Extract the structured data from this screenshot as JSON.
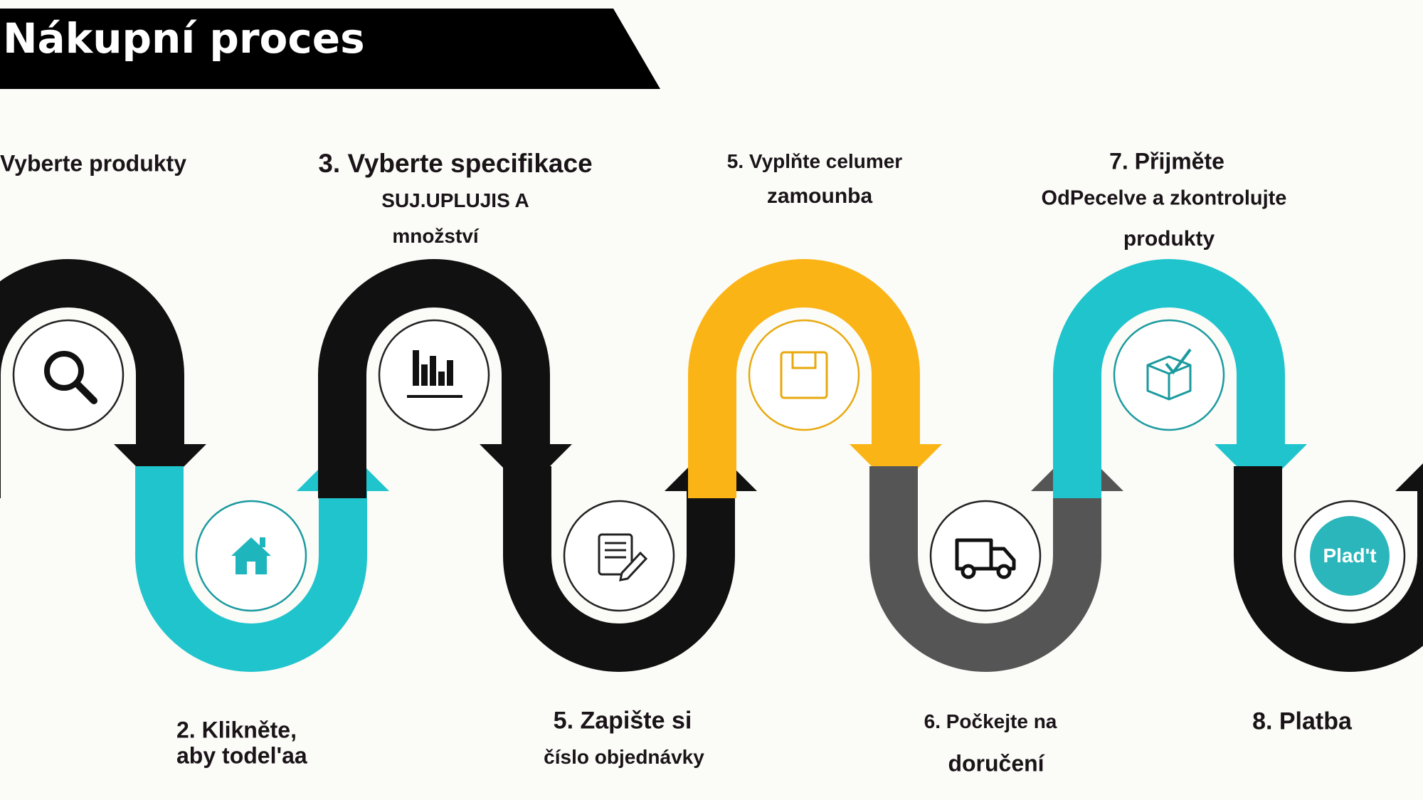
{
  "title": "Nákupní proces",
  "colors": {
    "black": "#111111",
    "cyan": "#1fc4cc",
    "orange": "#fbb415",
    "gray": "#555555",
    "title_bg": "#000000"
  },
  "steps": [
    {
      "lines": [
        "Vyberte produkty"
      ],
      "icon": "search-icon",
      "color": "#111111"
    },
    {
      "lines": [
        "2. Klikněte,",
        "aby todel'aa"
      ],
      "icon": "home-icon",
      "color": "#1fc4cc"
    },
    {
      "lines": [
        "3. Vyberte specifikace",
        "SUJ.UPLUJIS A",
        "množství"
      ],
      "icon": "bar-chart-icon",
      "color": "#111111"
    },
    {
      "lines": [
        "5. Zapište si",
        "číslo objednávky"
      ],
      "icon": "edit-document-icon",
      "color": "#111111"
    },
    {
      "lines": [
        "5. Vyplňte celumer",
        "zamounba"
      ],
      "icon": "floppy-disk-icon",
      "color": "#fbb415"
    },
    {
      "lines": [
        "6. Počkejte na",
        "doručení"
      ],
      "icon": "truck-icon",
      "color": "#555555"
    },
    {
      "lines": [
        "7. Přijměte",
        "OdPecelve a zkontrolujte",
        "produkty"
      ],
      "icon": "box-check-icon",
      "color": "#1fc4cc"
    },
    {
      "lines": [
        "8. Platba"
      ],
      "icon": "payment-icon",
      "color": "#111111",
      "badge": "Plad't"
    }
  ]
}
